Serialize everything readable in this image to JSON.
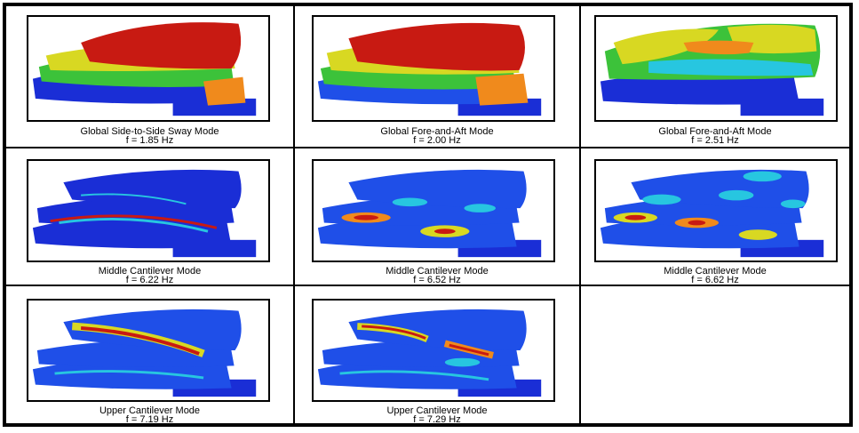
{
  "colors": {
    "deep_blue": "#1a2ed6",
    "blue": "#1f4fe8",
    "cyan": "#27c6e0",
    "green": "#3cc23a",
    "yellow": "#d8d822",
    "orange": "#f08a1c",
    "red": "#c81a12"
  },
  "modes": [
    {
      "title": "Global Side-to-Side Sway Mode",
      "freq": "f = 1.85 Hz",
      "icon": "sway-mode-plot"
    },
    {
      "title": "Global Fore-and-Aft Mode",
      "freq": "f = 2.00 Hz",
      "icon": "fore-aft-mode-plot"
    },
    {
      "title": "Global Fore-and-Aft Mode",
      "freq": "f = 2.51 Hz",
      "icon": "fore-aft-mode-plot"
    },
    {
      "title": "Middle Cantilever Mode",
      "freq": "f = 6.22 Hz",
      "icon": "cantilever-mode-plot"
    },
    {
      "title": "Middle Cantilever Mode",
      "freq": "f = 6.52 Hz",
      "icon": "cantilever-mode-plot"
    },
    {
      "title": "Middle Cantilever Mode",
      "freq": "f = 6.62 Hz",
      "icon": "cantilever-mode-plot"
    },
    {
      "title": "Upper Cantilever Mode",
      "freq": "f = 7.19 Hz",
      "icon": "cantilever-mode-plot"
    },
    {
      "title": "Upper Cantilever Mode",
      "freq": "f = 7.29 Hz",
      "icon": "cantilever-mode-plot"
    }
  ]
}
